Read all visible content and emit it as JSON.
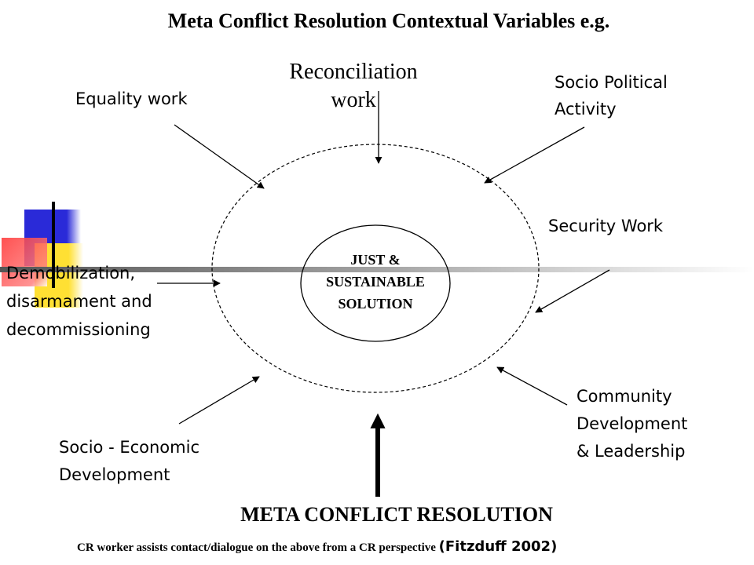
{
  "title": "Meta Conflict Resolution Contextual Variables e.g.",
  "inputs": {
    "reconciliation": [
      "Reconciliation",
      "work"
    ],
    "equality": "Equality work",
    "socio_political": [
      "Socio Political",
      "Activity"
    ],
    "security": "Security Work",
    "demobilization": [
      "Demobilization,",
      "disarmament and",
      "decommissioning"
    ],
    "community": [
      "Community",
      "Development",
      "& Leadership"
    ],
    "socio_economic": [
      "Socio - Economic",
      "Development"
    ]
  },
  "center": [
    "JUST &",
    "SUSTAINABLE",
    "SOLUTION"
  ],
  "bottom_label": "META CONFLICT RESOLUTION",
  "footer": {
    "text": "CR worker  assists contact/dialogue on the above from a CR  perspective ",
    "citation": "(Fitzduff 2002)"
  },
  "colors": {
    "deco_blue": "#2a2ad8",
    "deco_yellow": "#ffe033",
    "deco_red": "#ff3333",
    "line": "#000000"
  }
}
